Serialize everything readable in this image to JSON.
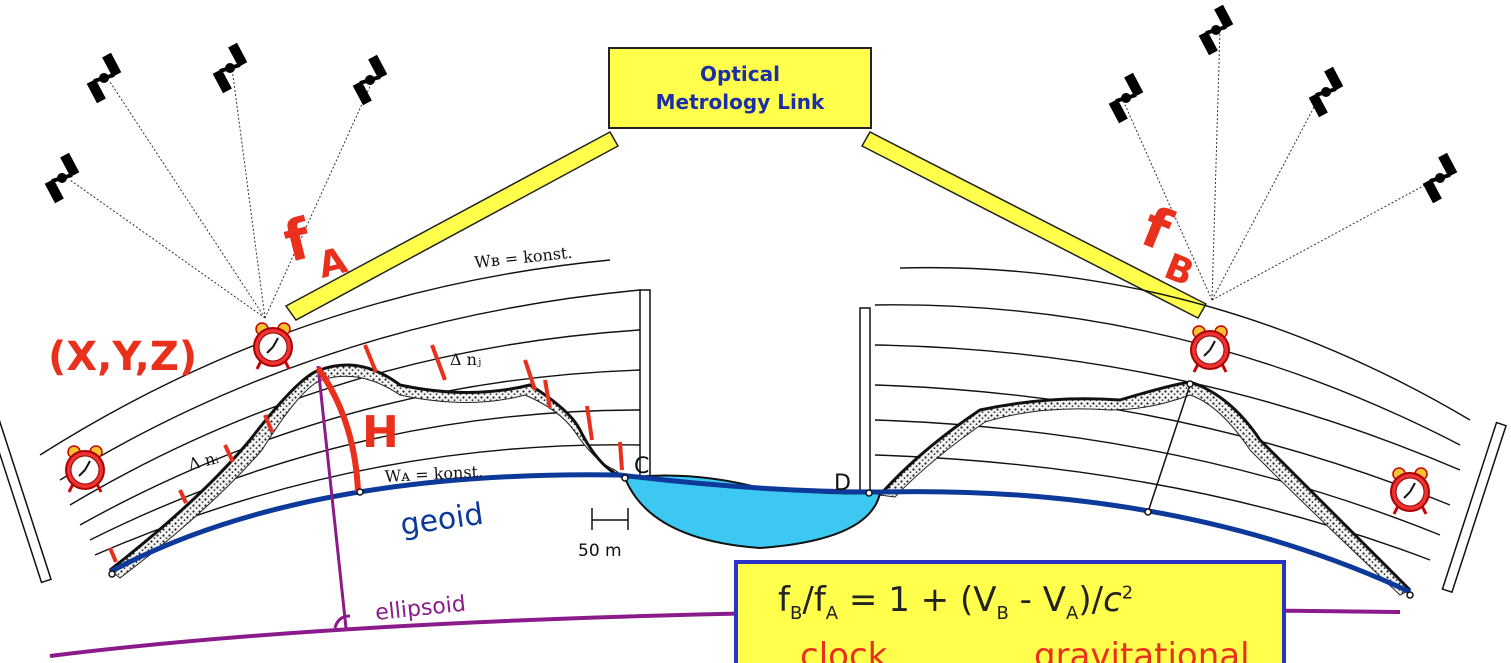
{
  "optical_link": {
    "line1": "Optical",
    "line2": "Metrology Link"
  },
  "freq_a": {
    "main": "f",
    "sub": "A"
  },
  "freq_b": {
    "main": "f",
    "sub": "B"
  },
  "coords_label": "(X,Y,Z)",
  "height_label": "H",
  "geoid_label": "geoid",
  "ellipsoid_label": "ellipsoid",
  "scale_label": "50 m",
  "point_c": "C",
  "point_d": "D",
  "wb_label": "Wʙ = konst.",
  "wa_label": "Wᴀ = konst.",
  "delta_n_j": "Δ nⱼ",
  "delta_n_i": "Δ nᵢ",
  "formula": {
    "lhs_f1": "f",
    "lhs_s1": "B",
    "lhs_f2": "f",
    "lhs_s2": "A",
    "eq": " = 1 + (V",
    "s3": "B",
    "minus": " - V",
    "s4": "A",
    "tail": ")/",
    "c": "c",
    "exp": "2",
    "clock_word": "clock",
    "grav_word": "gravitational"
  },
  "colors": {
    "red": "#e8301c",
    "geoid_blue": "#0d3a9a",
    "ellipsoid_purple": "#8b1a8b",
    "water": "#3cc8f0",
    "link_yellow": "#ffff4c",
    "text_blue": "#1c2fa8"
  },
  "icons": [
    "satellite-icon",
    "alarm-clock-icon"
  ]
}
